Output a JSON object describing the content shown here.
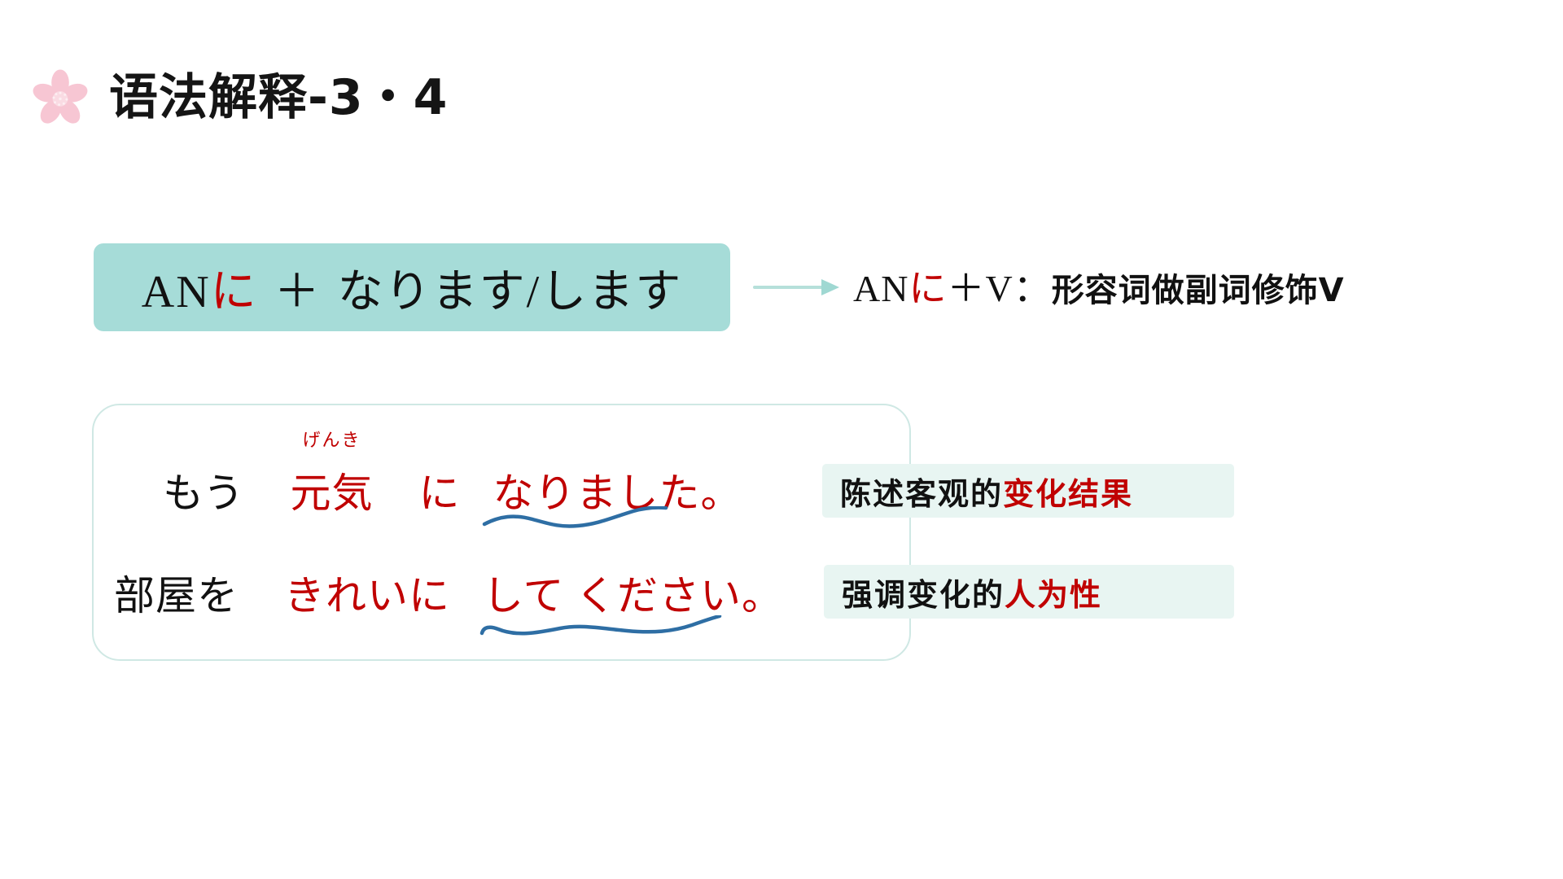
{
  "slide": {
    "background_color": "#ffffff",
    "title": "语法解释-3・4",
    "title_icon": "sakura-flower-icon",
    "accent_teal": "#a6dcd8",
    "accent_pale_teal": "#e8f5f2",
    "accent_red": "#c00000",
    "accent_blue": "#2e6ea4",
    "accent_pink": "#f6c3d0"
  },
  "pattern": {
    "chip": {
      "an": "AN",
      "ni": "に",
      "plus": "＋",
      "verbs": "なります/します",
      "full_text": "AN に ＋ なります/します",
      "background_color": "#a6dcd8"
    },
    "arrow_icon": "right-arrow-icon",
    "gloss": {
      "an": "AN",
      "ni": "に",
      "plus": "＋",
      "v": "V",
      "colon": "：",
      "explanation": "形容词做副词修饰V",
      "full_text": "AN に ＋ V：形容词做副词修饰V"
    }
  },
  "examples": [
    {
      "id": "example-1",
      "prefix": "もう",
      "keyword": "元気",
      "furigana": "げんき",
      "particle": "に",
      "verb": "なりました。",
      "full_text": "もう 元気 に なりました。",
      "underline": "blue-wavy-underline"
    },
    {
      "id": "example-2",
      "prefix": "部屋を",
      "keyword": "きれい",
      "furigana": "",
      "particle": "に",
      "verb": "して ください。",
      "full_text": "部屋を きれいに して ください。",
      "underline": "blue-wavy-underline"
    }
  ],
  "notes": [
    {
      "id": "note-1",
      "plain": "陈述客观的",
      "highlight": "变化结果",
      "full_text": "陈述客观的变化结果"
    },
    {
      "id": "note-2",
      "plain": "强调变化的",
      "highlight": "人为性",
      "full_text": "强调变化的人为性"
    }
  ]
}
